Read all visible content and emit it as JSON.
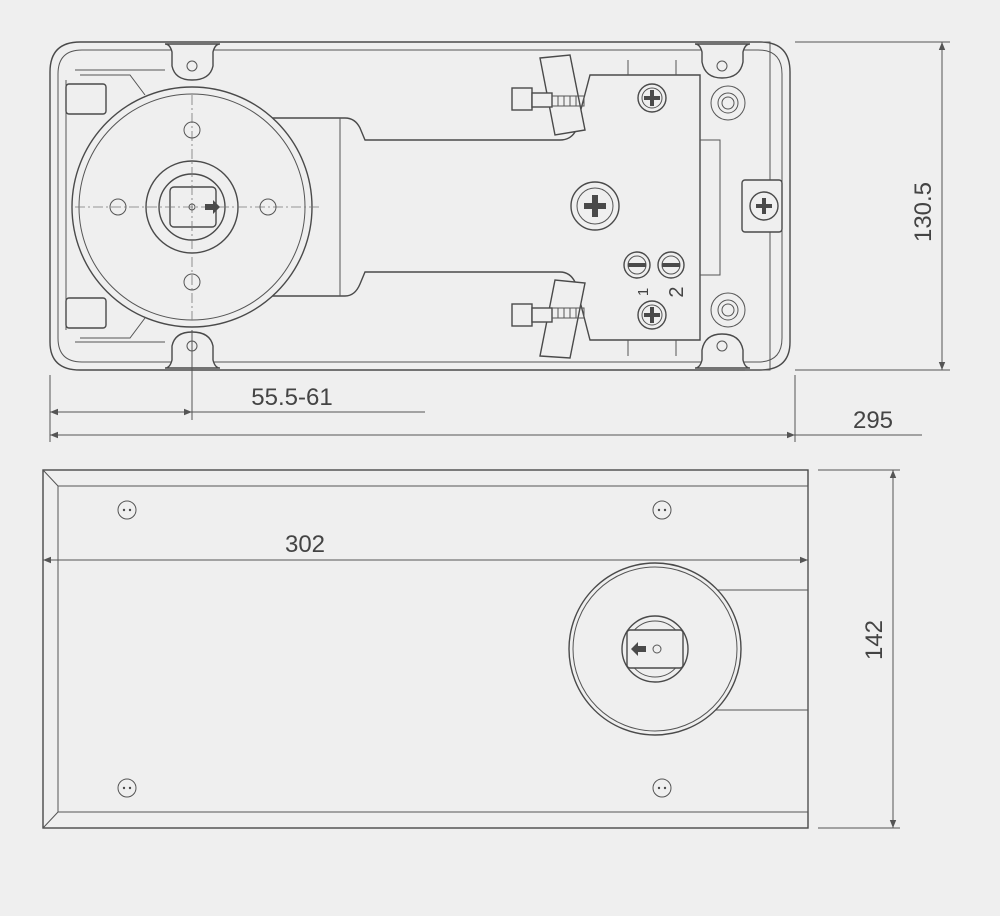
{
  "dimensions": {
    "pivot_offset": "55.5-61",
    "top_length": "295",
    "top_height": "130.5",
    "bottom_length": "302",
    "bottom_height": "142"
  },
  "valve_labels": {
    "valve_1": "1",
    "valve_2": "2"
  },
  "colors": {
    "background": "#efefef",
    "line": "#4a4a4a"
  }
}
